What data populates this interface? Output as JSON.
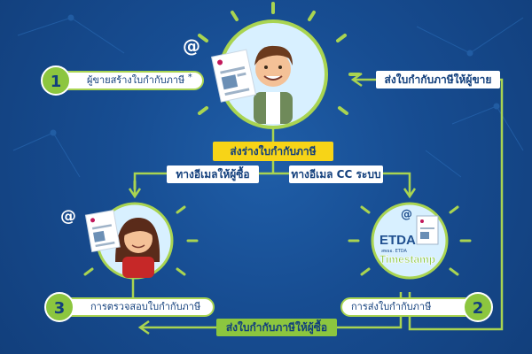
{
  "steps": [
    {
      "number": "1",
      "label": "ผู้ขายสร้างใบกำกับภาษี",
      "marker": "*"
    },
    {
      "number": "2",
      "label": "การส่งใบกำกับภาษี"
    },
    {
      "number": "3",
      "label": "การตรวจสอบใบกำกับภาษี"
    }
  ],
  "center_label": "ส่งร่างใบกำกับภาษี",
  "branch_left": "ทางอีเมลให้ผู้ซื้อ",
  "branch_right": "ทางอีเมล CC ระบบ",
  "return_top": "ส่งใบกำกับภาษีให้ผู้ขาย",
  "return_bottom": "ส่งใบกำกับภาษีให้ผู้ซื้อ",
  "etda": {
    "logo": "ETDA",
    "logo_sub": "สพธอ. ETDA",
    "timestamp": "Timestamp"
  },
  "email_symbol": "@",
  "colors": {
    "bg": "#174d92",
    "accent_green": "#a9d451",
    "highlight_yellow": "#f7d417"
  }
}
